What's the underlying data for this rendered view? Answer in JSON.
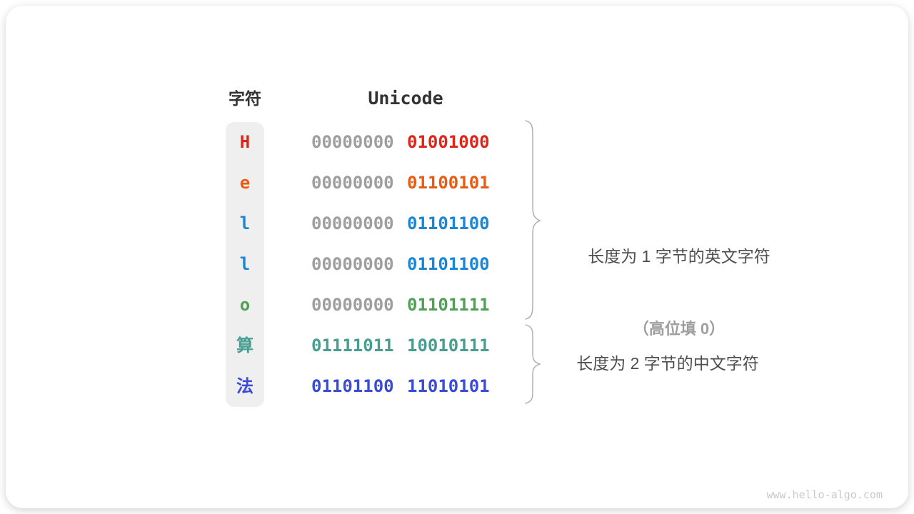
{
  "figure": {
    "header": {
      "char_column": "字符",
      "unicode_column": "Unicode"
    },
    "rows": [
      {
        "char": "H",
        "byte1": "00000000",
        "byte2": "01001000",
        "char_color": "#df241a",
        "byte1_color": "#9e9e9e",
        "byte2_color": "#df241a"
      },
      {
        "char": "e",
        "byte1": "00000000",
        "byte2": "01100101",
        "char_color": "#ea5a10",
        "byte1_color": "#9e9e9e",
        "byte2_color": "#ea5a10"
      },
      {
        "char": "l",
        "byte1": "00000000",
        "byte2": "01101100",
        "char_color": "#1987d8",
        "byte1_color": "#9e9e9e",
        "byte2_color": "#1987d8"
      },
      {
        "char": "l",
        "byte1": "00000000",
        "byte2": "01101100",
        "char_color": "#1987d8",
        "byte1_color": "#9e9e9e",
        "byte2_color": "#1987d8"
      },
      {
        "char": "o",
        "byte1": "00000000",
        "byte2": "01101111",
        "char_color": "#50a156",
        "byte1_color": "#9e9e9e",
        "byte2_color": "#50a156"
      },
      {
        "char": "算",
        "byte1": "01111011",
        "byte2": "10010111",
        "char_color": "#479e90",
        "byte1_color": "#479e90",
        "byte2_color": "#479e90"
      },
      {
        "char": "法",
        "byte1": "01101100",
        "byte2": "11010101",
        "char_color": "#3a4bd5",
        "byte1_color": "#3a4bd5",
        "byte2_color": "#3a4bd5"
      }
    ],
    "annotations": {
      "one_byte_line1": "长度为 1 字节的英文字符",
      "one_byte_line2": "（高位填 0）",
      "two_byte": "长度为 2 字节的中文字符"
    },
    "watermark": "www.hello-algo.com"
  }
}
